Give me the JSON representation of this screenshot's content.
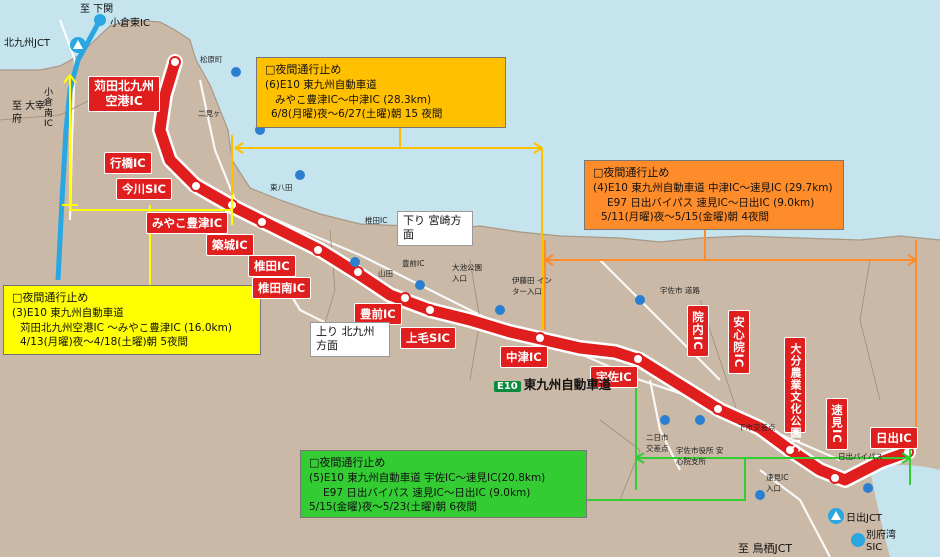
{
  "route": {
    "expressway_code": "E10",
    "expressway_name": "東九州自動車道"
  },
  "notices": {
    "yellow": {
      "heading": "□夜間通行止め",
      "lines": [
        "(3)E10 東九州自動車道",
        "苅田北九州空港IC 〜みやこ豊津IC (16.0km)",
        "4/13(月曜)夜〜4/18(土曜)朝 5夜間"
      ]
    },
    "orange1": {
      "heading": "□夜間通行止め",
      "lines": [
        "(6)E10 東九州自動車道",
        "みやこ豊津IC〜中津IC (28.3km)",
        "6/8(月曜)夜〜6/27(土曜)朝 15 夜間"
      ]
    },
    "orange2": {
      "heading": "□夜間通行止め",
      "lines": [
        "(4)E10 東九州自動車道 中津IC〜速見IC (29.7km)",
        "E97 日出バイパス 速見IC〜日出IC (9.0km)",
        "5/11(月曜)夜〜5/15(金曜)朝 4夜間"
      ]
    },
    "green": {
      "heading": "□夜間通行止め",
      "lines": [
        "(5)E10 東九州自動車道 宇佐IC〜速見IC(20.8km)",
        "E97 日出バイパス 速見IC〜日出IC (9.0km)",
        "5/15(金曜)夜〜5/23(土曜)朝 6夜間"
      ]
    }
  },
  "interchanges": [
    "苅田北九州空港IC",
    "行橋IC",
    "今川SIC",
    "みやこ豊津IC",
    "築城IC",
    "椎田IC",
    "椎田南IC",
    "豊前IC",
    "上毛SIC",
    "中津IC",
    "宇佐IC",
    "院内IC",
    "安心院IC",
    "大分農業文化公園IC",
    "速見IC",
    "日出IC"
  ],
  "directions": {
    "down": "下り 宮崎方面",
    "up": "上り 北九州方面"
  },
  "map_labels": {
    "top_shimonoseki": "至 下関",
    "kokuraIC": "小倉東IC",
    "kitakyushu_jct": "北九州JCT",
    "dazaifu": "至 大宰府",
    "kokura_minami": "小倉南IC",
    "tosu_jct": "至 鳥栖JCT",
    "hiji_jct": "日出JCT",
    "beppuwan": "別府湾 SIC",
    "tobaku": "東八田",
    "shiida_ic_sm": "椎田IC",
    "yamada": "山田",
    "toyomae": "豊前IC",
    "usa_small": "宇佐市 道路",
    "shimo_ichi": "下市交差点",
    "hiji_bypass": "日出バイパス",
    "hayami_entry": "速見IC 入口",
    "futakami": "二日市 交差点",
    "usa_city": "宇佐市役所 安心院支所",
    "matsuyama": "松原町",
    "ama": "二見ヶ",
    "iyataki": "伊藤田 インター入口",
    "ooshin": "大池公園 入口"
  },
  "colors": {
    "route": "#e01e1e",
    "sea": "#c5e4ee",
    "land": "#c9b9a6",
    "yellow_box": "#ffff00",
    "orange1_box": "#ffc000",
    "orange2_box": "#ff8c2a",
    "green_box": "#33cc33"
  }
}
